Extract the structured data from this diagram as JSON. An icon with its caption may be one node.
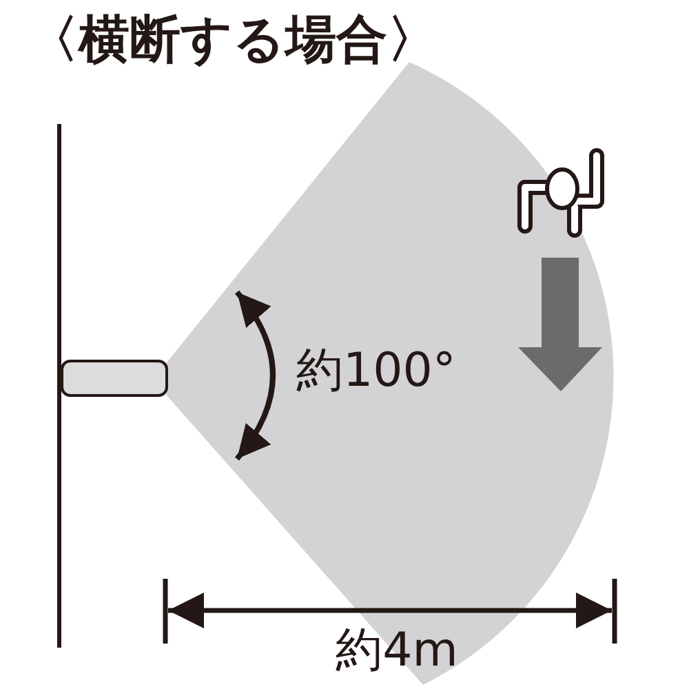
{
  "diagram": {
    "title": "〈横断する場合〉",
    "labels": [
      "約100°",
      "約4m"
    ]
  }
}
